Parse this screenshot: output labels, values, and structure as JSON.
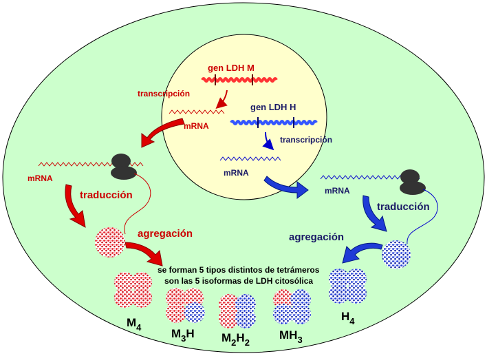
{
  "labels": {
    "gen_m": "gen LDH M",
    "transcripcion_m": "transcripción",
    "mrna_nucleus_m": "mRNA",
    "gen_h": "gen LDH H",
    "transcripcion_h": "transcripción",
    "mrna_nucleus_h": "mRNA",
    "mrna_cyto_m": "mRNA",
    "traduccion_m": "traducción",
    "agregacion_m": "agregación",
    "mrna_cyto_h": "mRNA",
    "traduccion_h": "traducción",
    "agregacion_h": "agregación",
    "caption_line1": "se forman 5 tipos distintos de tetrámeros",
    "caption_line2": "son las 5 isoformas de LDH citosólica"
  },
  "isoforms": [
    {
      "base": "M",
      "sub1": "4",
      "mid": "",
      "sub2": ""
    },
    {
      "base": "M",
      "sub1": "3",
      "mid": "H",
      "sub2": ""
    },
    {
      "base": "M",
      "sub1": "2",
      "mid": "H",
      "sub2": "2"
    },
    {
      "base": "MH",
      "sub1": "3",
      "mid": "",
      "sub2": ""
    },
    {
      "base": "H",
      "sub1": "4",
      "mid": "",
      "sub2": ""
    }
  ],
  "colors": {
    "cell": "#ccffcc",
    "nucleus": "#ffffcc",
    "m_subunit": "#e8202a",
    "h_subunit": "#1f3bd6",
    "ribosome": "#333333"
  },
  "icons": {
    "ribosome": "ribosome-icon",
    "subunit": "protein-subunit-icon"
  }
}
